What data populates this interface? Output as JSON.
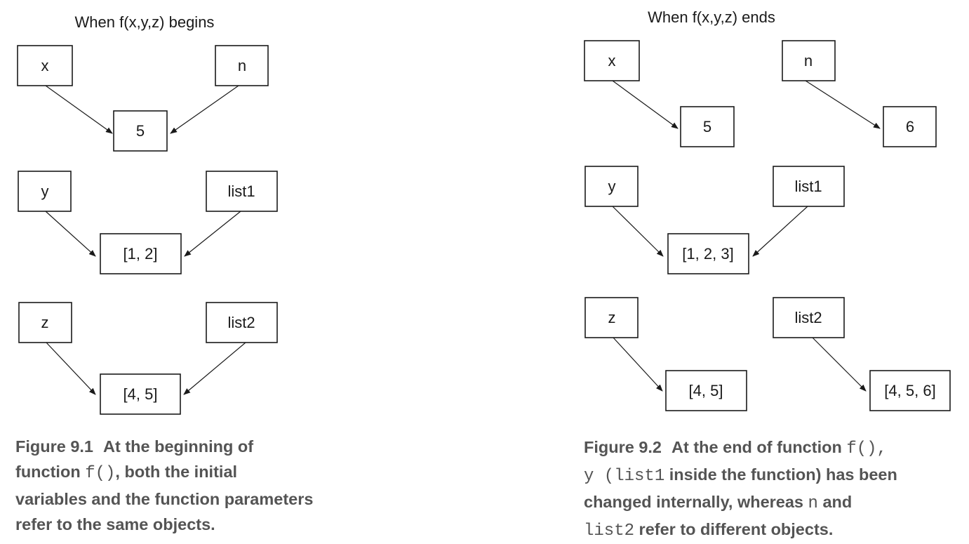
{
  "panels": {
    "left": {
      "title": "When f(x,y,z) begins",
      "nodes": {
        "x": "x",
        "n": "n",
        "v5": "5",
        "y": "y",
        "list1": "list1",
        "v12": "[1, 2]",
        "z": "z",
        "list2": "list2",
        "v45": "[4, 5]"
      }
    },
    "right": {
      "title": "When f(x,y,z) ends",
      "nodes": {
        "x": "x",
        "n": "n",
        "v5": "5",
        "v6": "6",
        "y": "y",
        "list1": "list1",
        "v123": "[1, 2, 3]",
        "z": "z",
        "list2": "list2",
        "v45": "[4, 5]",
        "v456": "[4, 5, 6]"
      }
    }
  },
  "captions": {
    "left": {
      "label": "Figure 9.1",
      "l1": "At the beginning of",
      "l2a": "function ",
      "l2code": "f()",
      "l2b": ", both the initial",
      "l3": "variables and the function parameters",
      "l4": "refer to the same objects."
    },
    "right": {
      "label": "Figure 9.2",
      "l1": "At the end of function ",
      "l1code": "f(),",
      "l2code1": "y (list1",
      "l2b": " inside the function) has been",
      "l3a": "changed internally, whereas ",
      "l3code": "n",
      "l3b": " and",
      "l4code": "list2",
      "l4b": " refer to different objects."
    }
  }
}
